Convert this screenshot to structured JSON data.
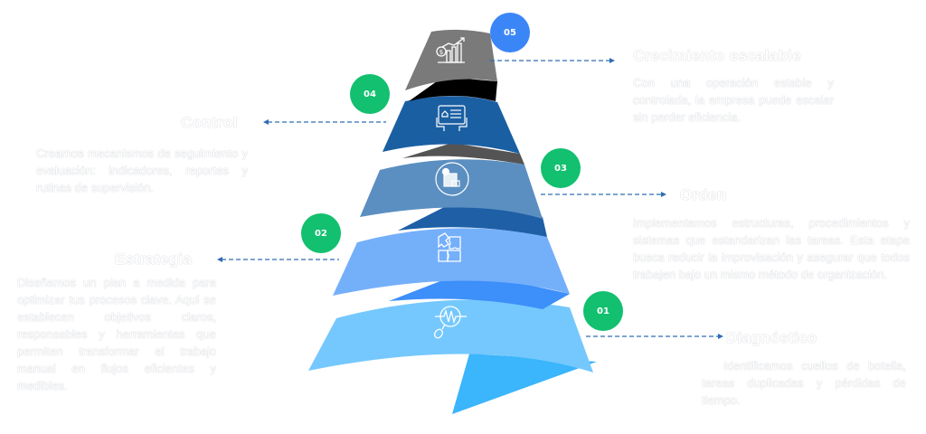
{
  "colors": {
    "band1": "#75c8fd",
    "band1_tail": "#3bb5fb",
    "band2": "#74affa",
    "band2_tail": "#3d8ffa",
    "band3": "#5b8fc1",
    "band3_tail": "#1e5fa6",
    "band4": "#1b5fa3",
    "band4_tail": "#545454",
    "band5": "#7a7a7a",
    "badge_green": "#12c06f",
    "badge_blue": "#3b86f7",
    "connector": "#2f6db5"
  },
  "steps": [
    {
      "number": "01",
      "title": "Diagnóstico",
      "description": "Identificamos cuellos de botella, tareas duplicadas y pérdidas de tiempo.",
      "icon": "magnifier-wave-icon"
    },
    {
      "number": "02",
      "title": "Estrategia",
      "description": "Diseñamos un plan a medida para optimizar tus procesos clave. Aquí se establecen objetivos claros, responsables y herramientas que permiten transformar el trabajo manual en flujos eficientes y medibles.",
      "icon": "puzzle-icon"
    },
    {
      "number": "03",
      "title": "Orden",
      "description": "Implementamos estructuras, procedimientos y sistemas que estandarizan las tareas. Esta etapa busca reducir la improvisación y asegurar que todos trabajen bajo un mismo método de organización.",
      "icon": "documents-icon"
    },
    {
      "number": "04",
      "title": "Control",
      "description": "Creamos mecanismos de seguimiento y evaluación: indicadores, reportes y rutinas de supervisión.",
      "icon": "tablet-control-icon"
    },
    {
      "number": "05",
      "title": "Crecimiento escalable",
      "description": "Con una operación estable y controlada, la empresa puede escalar sin perder eficiencia.",
      "icon": "growth-chart-icon"
    }
  ]
}
